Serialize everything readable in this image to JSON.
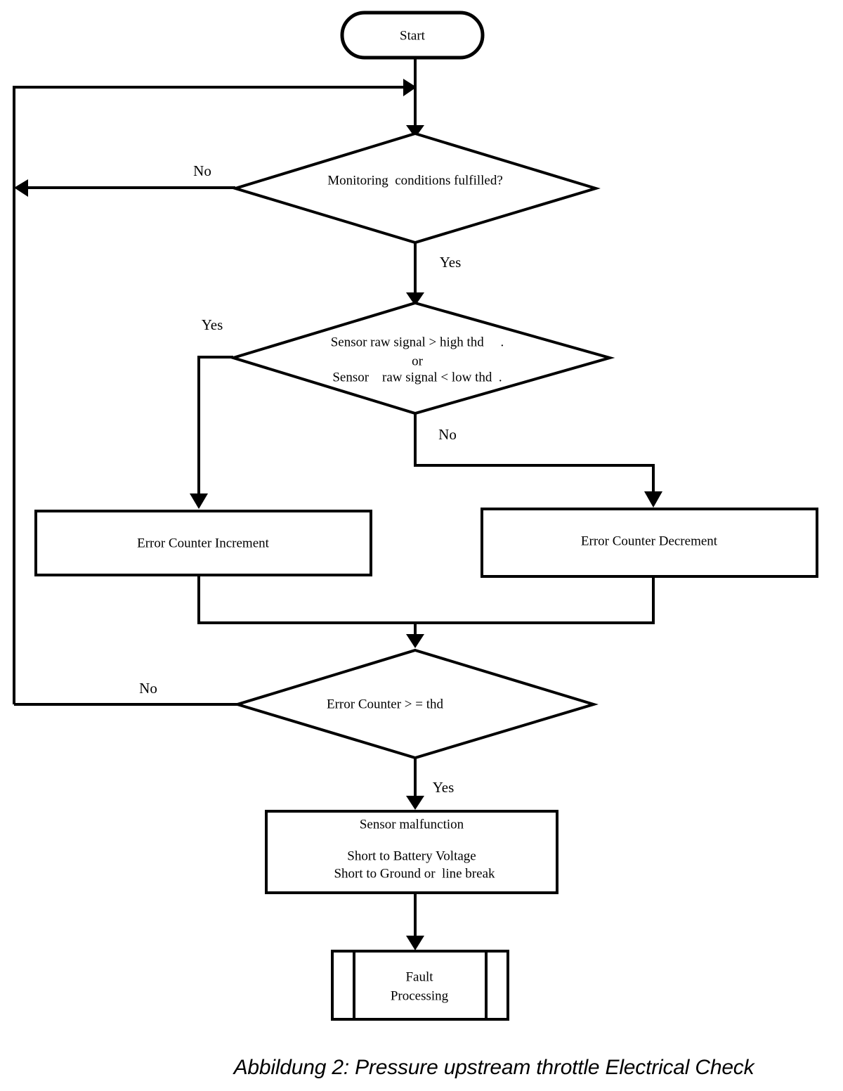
{
  "diagram": {
    "title": "Pressure upstream throttle Electrical Check flowchart",
    "caption": "Abbildung 2: Pressure upstream throttle Electrical Check",
    "colors": {
      "stroke": "#000000",
      "fill": "#ffffff",
      "text": "#000000"
    },
    "nodes": {
      "start": {
        "shape": "terminator",
        "label": "Start"
      },
      "monitoring_decision": {
        "shape": "decision",
        "label": "Monitoring  conditions fulfilled?"
      },
      "threshold_decision": {
        "shape": "decision",
        "line1": "Sensor raw signal > high thd     .",
        "line2": "or",
        "line3": "Sensor    raw signal < low thd  ."
      },
      "error_counter_increment": {
        "shape": "process",
        "label": "Error Counter Increment"
      },
      "error_counter_decrement": {
        "shape": "process",
        "label": "Error Counter Decrement"
      },
      "error_counter_threshold_decision": {
        "shape": "decision",
        "label": "Error Counter > = thd"
      },
      "sensor_malfunction": {
        "shape": "process",
        "line1": "Sensor malfunction",
        "line2": "Short to Battery Voltage",
        "line3": "Short to Ground or  line break"
      },
      "fault_processing": {
        "shape": "predefined-process",
        "line1": "Fault",
        "line2": "Processing"
      }
    },
    "edge_labels": {
      "monitoring_no": "No",
      "monitoring_yes": "Yes",
      "threshold_yes": "Yes",
      "threshold_no": "No",
      "counter_no": "No",
      "counter_yes": "Yes"
    }
  }
}
